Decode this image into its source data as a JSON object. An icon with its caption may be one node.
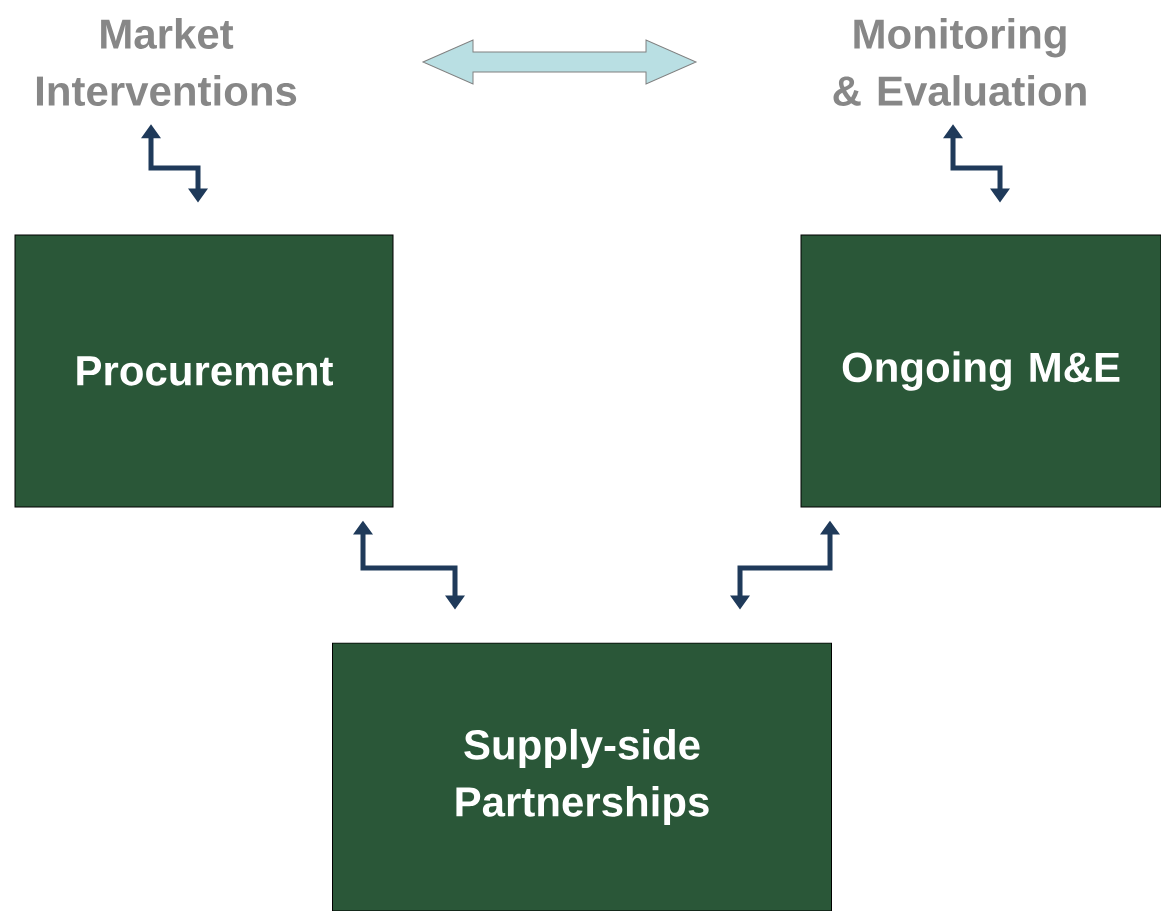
{
  "diagram": {
    "nodes": [
      {
        "text": [
          "Market Interventions"
        ]
      },
      {
        "text": [
          "Monitoring & Evaluation"
        ]
      },
      {
        "text": [
          "Procurement"
        ]
      },
      {
        "text": [
          "Ongoing M&E"
        ]
      },
      {
        "text": [
          "Supply-side Partnerships"
        ]
      }
    ],
    "edges": [
      {
        "from": 0,
        "to": 1,
        "arrow": "both",
        "color": "#b9dfe3"
      },
      {
        "from": 0,
        "to": 2,
        "arrow": "both"
      },
      {
        "from": 1,
        "to": 3,
        "arrow": "both"
      },
      {
        "from": 2,
        "to": 4,
        "arrow": "both"
      },
      {
        "from": 4,
        "to": 3,
        "arrow": "both"
      }
    ]
  }
}
